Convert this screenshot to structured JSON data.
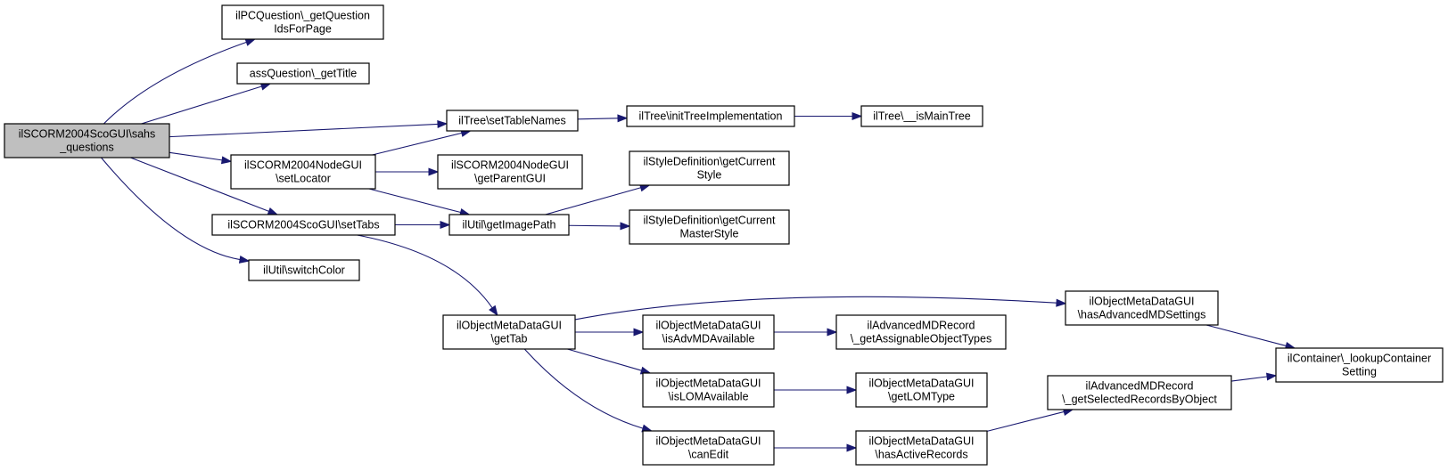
{
  "colors": {
    "edge": "#191970",
    "root_fill": "#bfbfbf",
    "node_fill": "#ffffff",
    "border": "#000000"
  },
  "nodes": [
    {
      "id": "root",
      "lines": [
        "ilSCORM2004ScoGUI\\sahs",
        "_questions"
      ],
      "highlight": true
    },
    {
      "id": "pcq",
      "lines": [
        "ilPCQuestion\\_getQuestion",
        "IdsForPage"
      ]
    },
    {
      "id": "assq",
      "lines": [
        "assQuestion\\_getTitle"
      ]
    },
    {
      "id": "tree_stn",
      "lines": [
        "ilTree\\setTableNames"
      ]
    },
    {
      "id": "tree_iti",
      "lines": [
        "ilTree\\initTreeImplementation"
      ]
    },
    {
      "id": "tree_imt",
      "lines": [
        "ilTree\\__isMainTree"
      ]
    },
    {
      "id": "node_setloc",
      "lines": [
        "ilSCORM2004NodeGUI",
        "\\setLocator"
      ]
    },
    {
      "id": "node_gpg",
      "lines": [
        "ilSCORM2004NodeGUI",
        "\\getParentGUI"
      ]
    },
    {
      "id": "style_gcs",
      "lines": [
        "ilStyleDefinition\\getCurrent",
        "Style"
      ]
    },
    {
      "id": "sco_settabs",
      "lines": [
        "ilSCORM2004ScoGUI\\setTabs"
      ]
    },
    {
      "id": "util_gip",
      "lines": [
        "ilUtil\\getImagePath"
      ]
    },
    {
      "id": "style_gcms",
      "lines": [
        "ilStyleDefinition\\getCurrent",
        "MasterStyle"
      ]
    },
    {
      "id": "util_sc",
      "lines": [
        "ilUtil\\switchColor"
      ]
    },
    {
      "id": "omd_gettab",
      "lines": [
        "ilObjectMetaDataGUI",
        "\\getTab"
      ]
    },
    {
      "id": "omd_hams",
      "lines": [
        "ilObjectMetaDataGUI",
        "\\hasAdvancedMDSettings"
      ]
    },
    {
      "id": "omd_iama",
      "lines": [
        "ilObjectMetaDataGUI",
        "\\isAdvMDAvailable"
      ]
    },
    {
      "id": "amd_gaot",
      "lines": [
        "ilAdvancedMDRecord",
        "\\_getAssignableObjectTypes"
      ]
    },
    {
      "id": "cont_lcs",
      "lines": [
        "ilContainer\\_lookupContainer",
        "Setting"
      ]
    },
    {
      "id": "omd_ila",
      "lines": [
        "ilObjectMetaDataGUI",
        "\\isLOMAvailable"
      ]
    },
    {
      "id": "omd_glt",
      "lines": [
        "ilObjectMetaDataGUI",
        "\\getLOMType"
      ]
    },
    {
      "id": "amd_gsrbo",
      "lines": [
        "ilAdvancedMDRecord",
        "\\_getSelectedRecordsByObject"
      ]
    },
    {
      "id": "omd_ce",
      "lines": [
        "ilObjectMetaDataGUI",
        "\\canEdit"
      ]
    },
    {
      "id": "omd_har",
      "lines": [
        "ilObjectMetaDataGUI",
        "\\hasActiveRecords"
      ]
    }
  ],
  "edges": [
    [
      "root",
      "pcq"
    ],
    [
      "root",
      "assq"
    ],
    [
      "root",
      "tree_stn"
    ],
    [
      "root",
      "node_setloc"
    ],
    [
      "root",
      "sco_settabs"
    ],
    [
      "root",
      "util_sc"
    ],
    [
      "tree_stn",
      "tree_iti"
    ],
    [
      "tree_iti",
      "tree_imt"
    ],
    [
      "node_setloc",
      "tree_stn"
    ],
    [
      "node_setloc",
      "node_gpg"
    ],
    [
      "node_setloc",
      "util_gip"
    ],
    [
      "sco_settabs",
      "util_gip"
    ],
    [
      "sco_settabs",
      "omd_gettab"
    ],
    [
      "util_gip",
      "style_gcs"
    ],
    [
      "util_gip",
      "style_gcms"
    ],
    [
      "omd_gettab",
      "omd_hams"
    ],
    [
      "omd_gettab",
      "omd_iama"
    ],
    [
      "omd_gettab",
      "omd_ila"
    ],
    [
      "omd_gettab",
      "omd_ce"
    ],
    [
      "omd_iama",
      "amd_gaot"
    ],
    [
      "omd_ila",
      "omd_glt"
    ],
    [
      "omd_ce",
      "omd_har"
    ],
    [
      "omd_har",
      "amd_gsrbo"
    ],
    [
      "amd_gsrbo",
      "cont_lcs"
    ],
    [
      "omd_hams",
      "cont_lcs"
    ]
  ]
}
